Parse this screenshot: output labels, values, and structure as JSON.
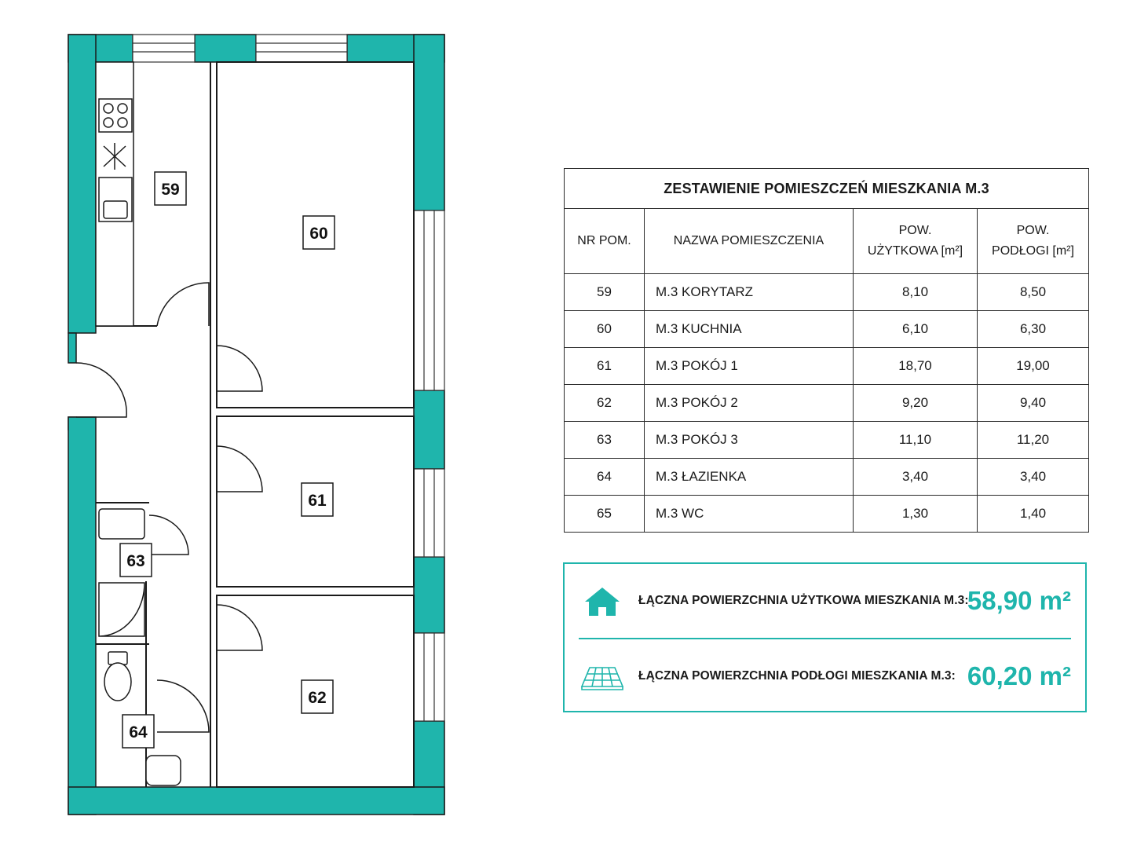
{
  "plan": {
    "rooms": [
      {
        "id": "59"
      },
      {
        "id": "60"
      },
      {
        "id": "61"
      },
      {
        "id": "62"
      },
      {
        "id": "63"
      },
      {
        "id": "64"
      }
    ],
    "wall_color": "#1fb5ac"
  },
  "table": {
    "title": "ZESTAWIENIE POMIESZCZEŃ MIESZKANIA M.3",
    "headers": {
      "nr": "NR POM.",
      "name": "NAZWA POMIESZCZENIA",
      "usable_l1": "POW.",
      "usable_l2": "UŻYTKOWA [m²]",
      "floor_l1": "POW.",
      "floor_l2": "PODŁOGI [m²]"
    },
    "rows": [
      {
        "nr": "59",
        "name": "M.3 KORYTARZ",
        "usable": "8,10",
        "floor": "8,50"
      },
      {
        "nr": "60",
        "name": "M.3 KUCHNIA",
        "usable": "6,10",
        "floor": "6,30"
      },
      {
        "nr": "61",
        "name": "M.3 POKÓJ 1",
        "usable": "18,70",
        "floor": "19,00"
      },
      {
        "nr": "62",
        "name": "M.3 POKÓJ 2",
        "usable": "9,20",
        "floor": "9,40"
      },
      {
        "nr": "63",
        "name": "M.3 POKÓJ 3",
        "usable": "11,10",
        "floor": "11,20"
      },
      {
        "nr": "64",
        "name": "M.3 ŁAZIENKA",
        "usable": "3,40",
        "floor": "3,40"
      },
      {
        "nr": "65",
        "name": "M.3 WC",
        "usable": "1,30",
        "floor": "1,40"
      }
    ]
  },
  "summary": {
    "usable": {
      "label": "ŁĄCZNA POWIERZCHNIA UŻYTKOWA MIESZKANIA M.3:",
      "value": "58,90 m²",
      "icon": "house-icon"
    },
    "floor": {
      "label": "ŁĄCZNA POWIERZCHNIA PODŁOGI MIESZKANIA M.3:",
      "value": "60,20 m²",
      "icon": "floor-grid-icon"
    },
    "accent_color": "#1fb5ac"
  }
}
